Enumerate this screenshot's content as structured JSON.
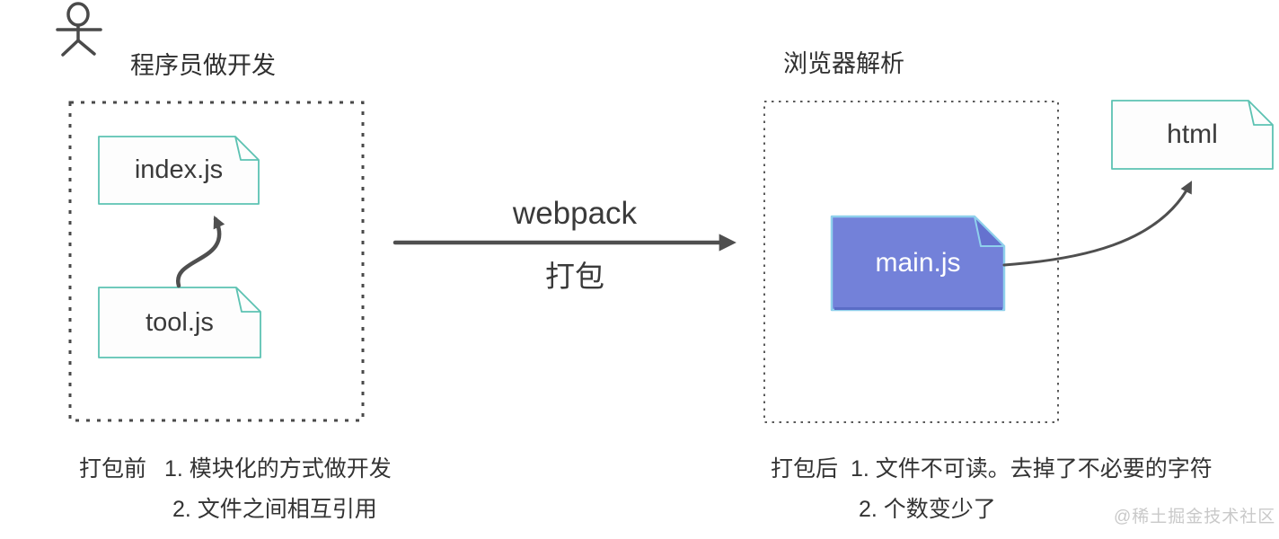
{
  "left_panel": {
    "title": "程序员做开发",
    "files": [
      {
        "label": "index.js"
      },
      {
        "label": "tool.js"
      }
    ],
    "caption": {
      "prefix": "打包前",
      "items": [
        "1. 模块化的方式做开发",
        "2. 文件之间相互引用"
      ]
    }
  },
  "transform": {
    "tool": "webpack",
    "action": "打包"
  },
  "right_panel": {
    "title": "浏览器解析",
    "bundle_file": {
      "label": "main.js"
    },
    "html_file": {
      "label": "html"
    },
    "caption": {
      "prefix": "打包后",
      "items": [
        "1. 文件不可读。去掉了不必要的字符",
        "2. 个数变少了"
      ]
    }
  },
  "watermark": {
    "text": "@稀土掘金技术社区"
  },
  "icons": {
    "actor": "stick-figure-icon"
  },
  "colors": {
    "file_border_teal": "#5CC2B2",
    "bundle_fill": "#7381D9",
    "bundle_border": "#8FD0EC",
    "bundle_shadow": "#5A6CC6",
    "line_gray": "#4F4F4F",
    "text": "#333333",
    "watermark": "#C9C9C9"
  }
}
